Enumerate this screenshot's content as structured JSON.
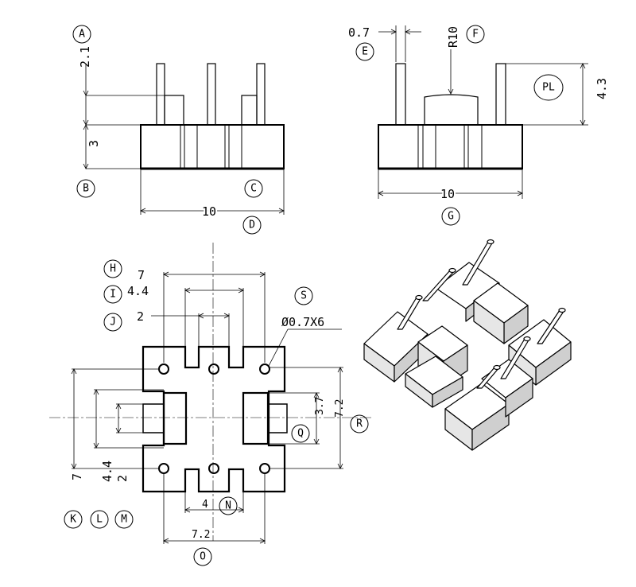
{
  "labels": {
    "a": "A",
    "b": "B",
    "c": "C",
    "d": "D",
    "e": "E",
    "f": "F",
    "g": "G",
    "h": "H",
    "i": "I",
    "j": "J",
    "k": "K",
    "l": "L",
    "m": "M",
    "n": "N",
    "o": "O",
    "pl": "PL",
    "q": "Q",
    "r": "R",
    "s": "S"
  },
  "dims": {
    "front_pin_height": "2.1",
    "front_body_height": "3",
    "front_width": "10",
    "side_pin_diameter": "0.7",
    "side_radius": "R10",
    "side_pin_length": "4.3",
    "side_width": "10",
    "top_outer": "7",
    "top_middle": "4.4",
    "top_inner": "2",
    "top_hole_spec": "Ø0.7X6",
    "top_slot_height": "3.7",
    "top_row_span": "7.2",
    "left_outer": "7",
    "left_middle": "4.4",
    "left_inner": "2",
    "bottom_slot": "4",
    "bottom_width": "7.2"
  }
}
